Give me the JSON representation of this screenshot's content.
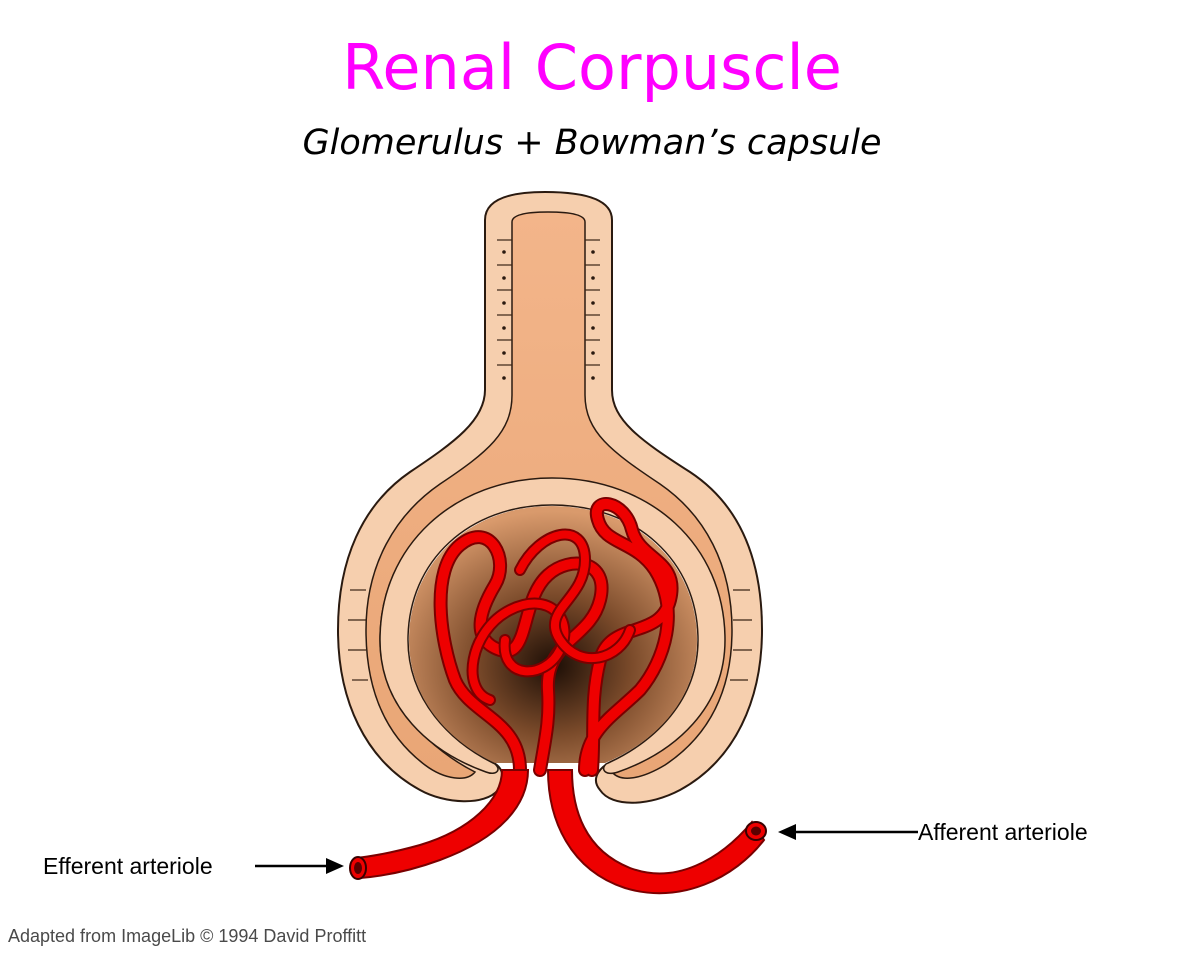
{
  "title": "Renal Corpuscle",
  "subtitle": "Glomerulus + Bowman’s capsule",
  "labels": {
    "efferent": "Efferent arteriole",
    "afferent": "Afferent arteriole"
  },
  "credit": "Adapted from ImageLib © 1994 David Proffitt",
  "colors": {
    "title": "#ff00ff",
    "capsule": "#f4b98f",
    "capsule_cells": "#f6cfae",
    "vessel": "#ee0000",
    "vessel_outline": "#7a0000"
  }
}
